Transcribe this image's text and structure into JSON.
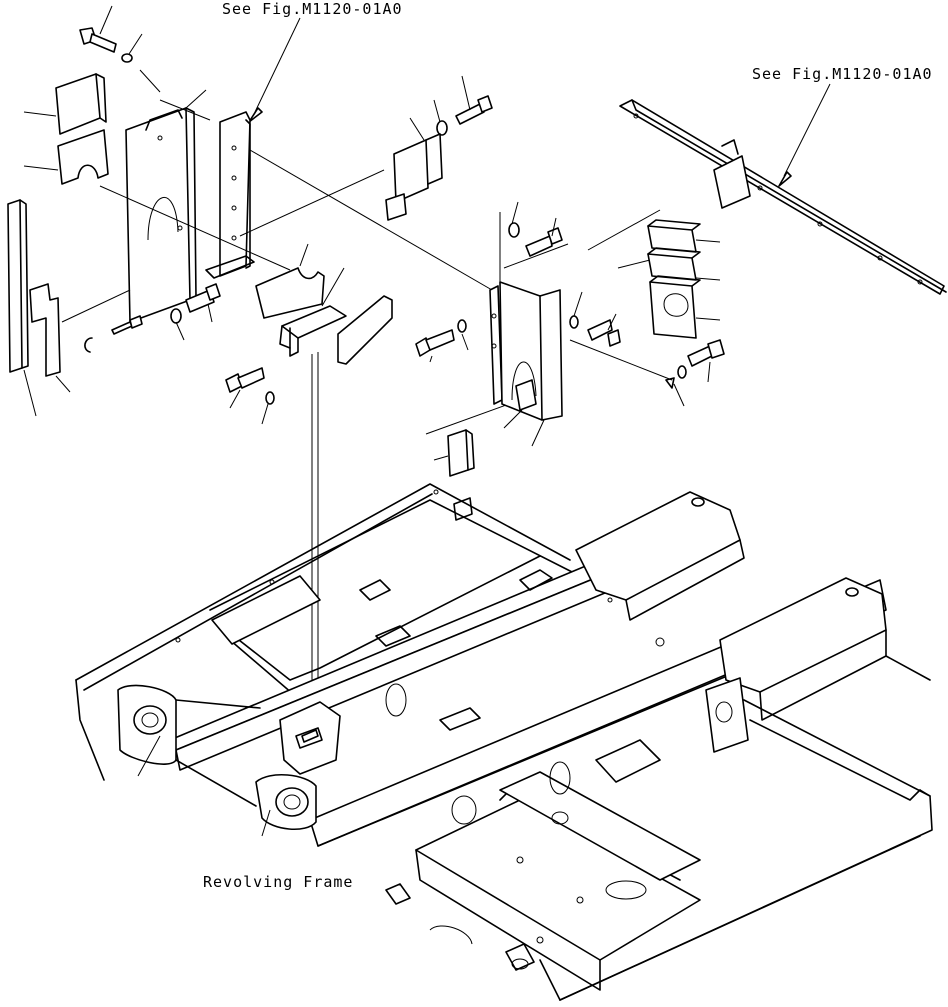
{
  "callouts": {
    "ref_top_left": "See Fig.M1120-01A0",
    "ref_top_right": "See Fig.M1120-01A0",
    "frame_label": "Revolving Frame"
  }
}
